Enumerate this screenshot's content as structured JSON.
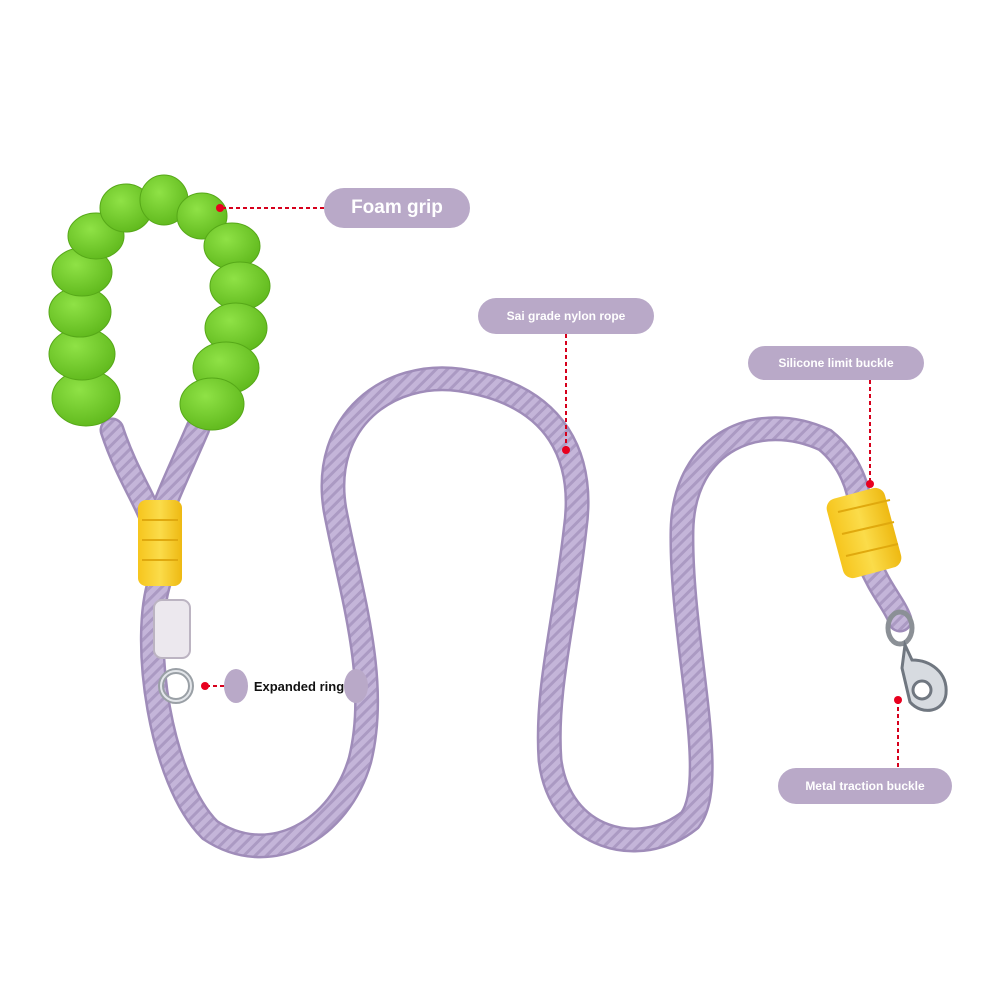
{
  "labels": {
    "foam_grip": "Foam grip",
    "nylon_rope": "Sai grade nylon rope",
    "silicone_buckle": "Silicone limit buckle",
    "expanded_ring": "Expanded ring",
    "metal_buckle": "Metal traction buckle"
  },
  "colors": {
    "rope": "#c4b5d9",
    "foam": "#77d330",
    "buckle": "#f7cf2a",
    "label_bg": "#b9a9c8",
    "leader": "#d6001c"
  }
}
